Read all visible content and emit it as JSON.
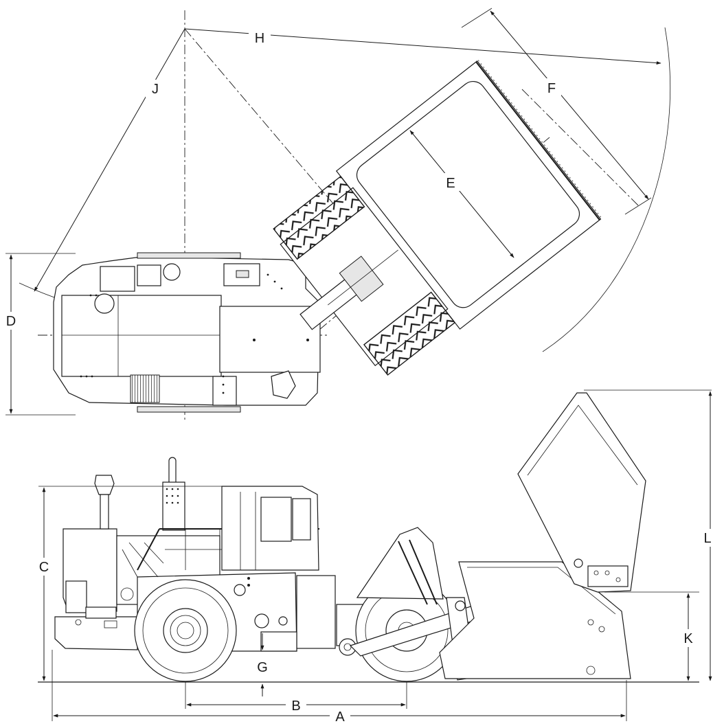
{
  "labels": {
    "A": "A",
    "B": "B",
    "C": "C",
    "D": "D",
    "E": "E",
    "F": "F",
    "G": "G",
    "H": "H",
    "J": "J",
    "K": "K",
    "L": "L"
  }
}
